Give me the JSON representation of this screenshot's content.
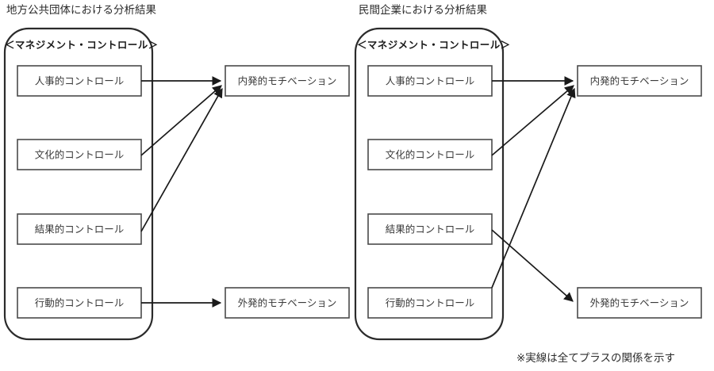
{
  "figure": {
    "footnote": "※実線は全てプラスの関係を示す"
  },
  "panels": [
    {
      "id": "public-sector",
      "title": "地方公共団体における分析結果",
      "group_label": "＜マネジメント・コントロール＞",
      "controls": [
        {
          "id": "personnel",
          "label": "人事的コントロール"
        },
        {
          "id": "cultural",
          "label": "文化的コントロール"
        },
        {
          "id": "result",
          "label": "結果的コントロール"
        },
        {
          "id": "action",
          "label": "行動的コントロール"
        }
      ],
      "outcomes": [
        {
          "id": "intrinsic",
          "label": "内発的モチベーション"
        },
        {
          "id": "extrinsic",
          "label": "外発的モチベーション"
        }
      ],
      "edges": [
        {
          "from": "personnel",
          "to": "intrinsic",
          "style": "solid",
          "relation": "plus"
        },
        {
          "from": "cultural",
          "to": "intrinsic",
          "style": "solid",
          "relation": "plus"
        },
        {
          "from": "result",
          "to": "intrinsic",
          "style": "solid",
          "relation": "plus"
        },
        {
          "from": "action",
          "to": "extrinsic",
          "style": "solid",
          "relation": "plus"
        }
      ]
    },
    {
      "id": "private-sector",
      "title": "民間企業における分析結果",
      "group_label": "＜マネジメント・コントロール＞",
      "controls": [
        {
          "id": "personnel",
          "label": "人事的コントロール"
        },
        {
          "id": "cultural",
          "label": "文化的コントロール"
        },
        {
          "id": "result",
          "label": "結果的コントロール"
        },
        {
          "id": "action",
          "label": "行動的コントロール"
        }
      ],
      "outcomes": [
        {
          "id": "intrinsic",
          "label": "内発的モチベーション"
        },
        {
          "id": "extrinsic",
          "label": "外発的モチベーション"
        }
      ],
      "edges": [
        {
          "from": "personnel",
          "to": "intrinsic",
          "style": "solid",
          "relation": "plus"
        },
        {
          "from": "cultural",
          "to": "intrinsic",
          "style": "solid",
          "relation": "plus"
        },
        {
          "from": "action",
          "to": "intrinsic",
          "style": "solid",
          "relation": "plus"
        },
        {
          "from": "result",
          "to": "extrinsic",
          "style": "solid",
          "relation": "plus"
        }
      ]
    }
  ],
  "colors": {
    "stroke": "#1a1a1a",
    "box_stroke": "#4a4a4a",
    "group_stroke": "#2b2b2b",
    "text": "#3a3a3a",
    "background": "#ffffff"
  }
}
